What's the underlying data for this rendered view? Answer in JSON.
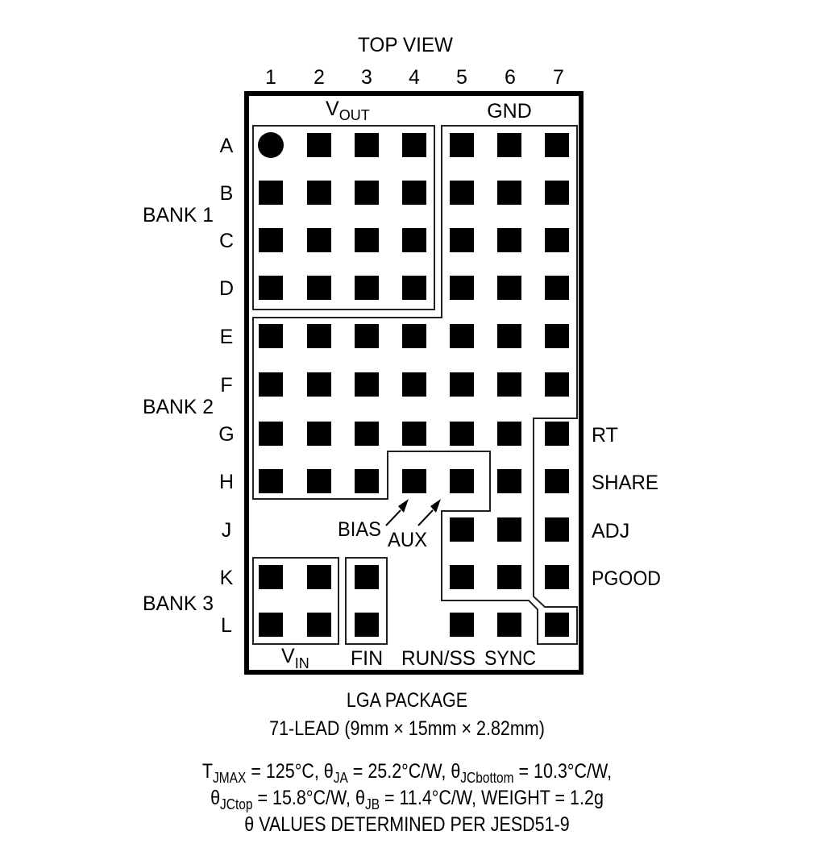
{
  "title": "TOP VIEW",
  "columns": [
    "1",
    "2",
    "3",
    "4",
    "5",
    "6",
    "7"
  ],
  "rows": [
    "A",
    "B",
    "C",
    "D",
    "E",
    "F",
    "G",
    "H",
    "J",
    "K",
    "L"
  ],
  "banks": {
    "bank1": "BANK 1",
    "bank2": "BANK 2",
    "bank3": "BANK 3"
  },
  "groups": {
    "vout": {
      "main": "V",
      "sub": "OUT"
    },
    "gnd": "GND",
    "vin": {
      "main": "V",
      "sub": "IN"
    },
    "fin": "FIN",
    "run_ss": "RUN/SS",
    "sync": "SYNC",
    "bias": "BIAS",
    "aux": "AUX"
  },
  "side_pins": {
    "rt": "RT",
    "share": "SHARE",
    "adj": "ADJ",
    "pgood": "PGOOD"
  },
  "package": {
    "line1": "LGA PACKAGE",
    "line2": "71-LEAD (9mm × 15mm × 2.82mm)"
  },
  "thermal": {
    "tjmax_sym": "T",
    "tjmax_sub": "JMAX",
    "tjmax_val": " = 125°C, ",
    "ja_sym": "θ",
    "ja_sub": "JA",
    "ja_val": " = 25.2°C/W, ",
    "jcb_sym": "θ",
    "jcb_sub": "JCbottom",
    "jcb_val": " = 10.3°C/W,",
    "jct_sym": "θ",
    "jct_sub": "JCtop",
    "jct_val": " = 15.8°C/W, ",
    "jb_sym": "θ",
    "jb_sub": "JB",
    "jb_val": " = 11.4°C/W, WEIGHT = 1.2g",
    "note": "θ VALUES DETERMINED PER JESD51-9"
  },
  "pin_map": {
    "A": [
      1,
      1,
      1,
      1,
      1,
      1,
      1
    ],
    "B": [
      1,
      1,
      1,
      1,
      1,
      1,
      1
    ],
    "C": [
      1,
      1,
      1,
      1,
      1,
      1,
      1
    ],
    "D": [
      1,
      1,
      1,
      1,
      1,
      1,
      1
    ],
    "E": [
      1,
      1,
      1,
      1,
      1,
      1,
      1
    ],
    "F": [
      1,
      1,
      1,
      1,
      1,
      1,
      1
    ],
    "G": [
      1,
      1,
      1,
      1,
      1,
      1,
      1
    ],
    "H": [
      1,
      1,
      1,
      1,
      1,
      1,
      1
    ],
    "J": [
      0,
      0,
      0,
      0,
      1,
      1,
      1
    ],
    "K": [
      1,
      1,
      1,
      0,
      1,
      1,
      1
    ],
    "L": [
      1,
      1,
      1,
      0,
      1,
      1,
      1
    ]
  },
  "pin1_marker": "A1"
}
